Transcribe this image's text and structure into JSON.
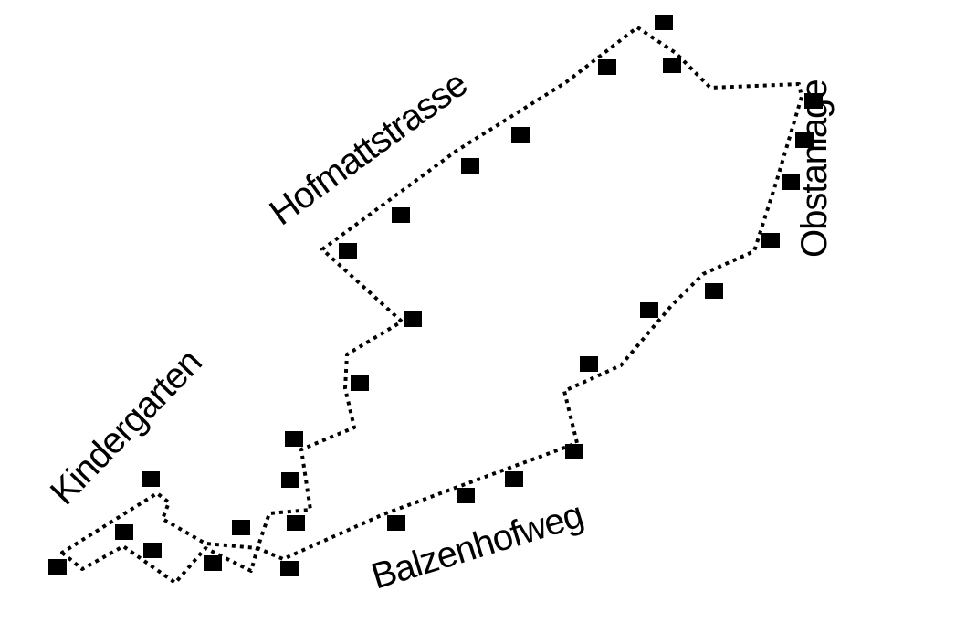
{
  "labels": {
    "north_street": "Hofmattstrasse",
    "east_area": "Obstanlage",
    "south_street": "Balzenhofweg",
    "west_area": "Kindergarten"
  },
  "colors": {
    "boundary": "#000000",
    "markers": "#000000",
    "background": "#ffffff"
  },
  "legend": {
    "marker_symbol": "filled-square",
    "boundary_style": "dotted-line"
  }
}
